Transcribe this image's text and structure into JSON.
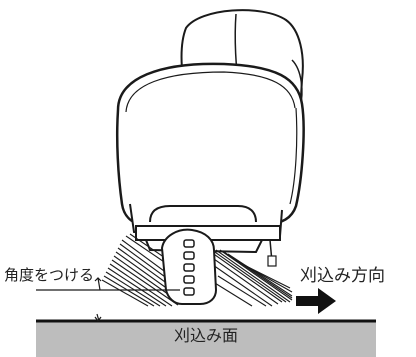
{
  "labels": {
    "direction": "刈込み方向",
    "angle": "角度をつける",
    "surface": "刈込み面"
  },
  "colors": {
    "line": "#1a1a1a",
    "surface_fill": "#bdbdbd",
    "arrow": "#111111"
  }
}
